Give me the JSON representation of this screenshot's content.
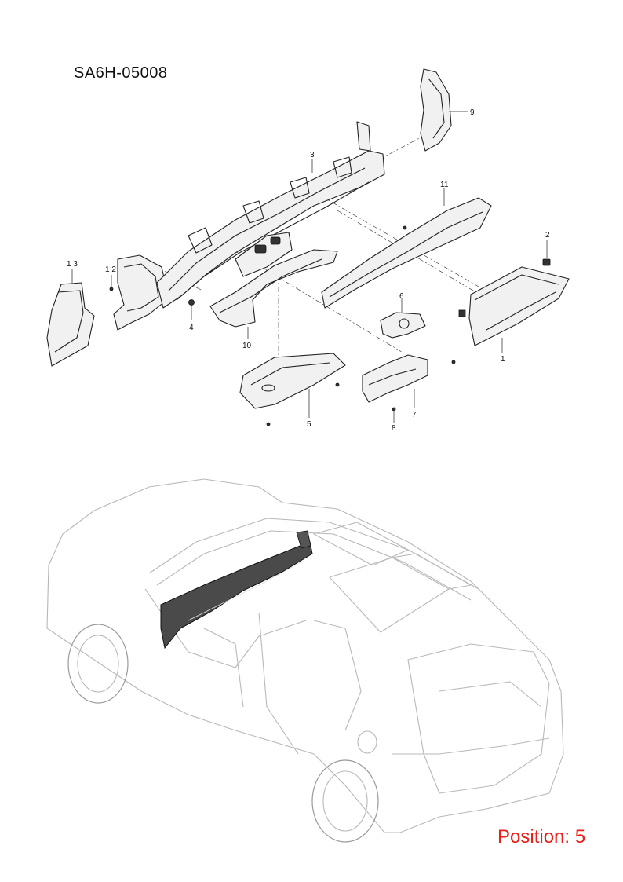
{
  "diagram_code": "SA6H-05008",
  "position_label": "Position: 5",
  "callouts": {
    "c1": "1",
    "c2": "2",
    "c3": "3",
    "c4": "4",
    "c5": "5",
    "c6": "6",
    "c7": "7",
    "c8": "8",
    "c9": "9",
    "c10": "10",
    "c11": "11",
    "c12": "1 2",
    "c13": "1 3"
  },
  "colors": {
    "position_text": "#e8201a",
    "line_art": "#222222",
    "car_outline": "#b8b8b8"
  }
}
